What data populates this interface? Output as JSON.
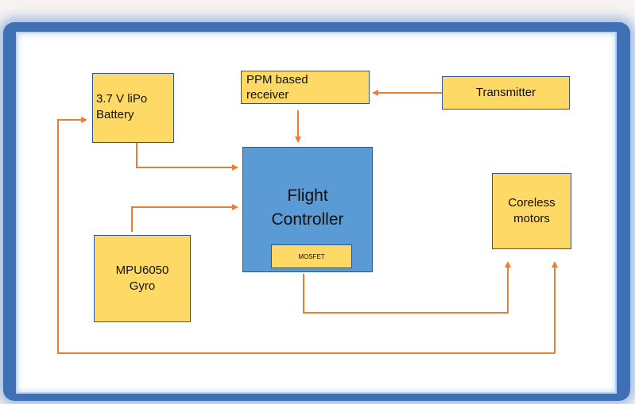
{
  "diagram": {
    "nodes": {
      "battery": {
        "line1": "3.7 V liPo",
        "line2": "Battery"
      },
      "receiver": {
        "line1": "PPM based",
        "line2": "receiver"
      },
      "transmitter": {
        "label": "Transmitter"
      },
      "flight_controller": {
        "line1": "Flight",
        "line2": "Controller"
      },
      "mosfet": {
        "label": "MOSFET"
      },
      "gyro": {
        "line1": "MPU6050",
        "line2": "Gyro"
      },
      "motors": {
        "line1": "Coreless",
        "line2": "motors"
      }
    },
    "edges": [
      {
        "from": "transmitter",
        "to": "receiver"
      },
      {
        "from": "receiver",
        "to": "flight_controller"
      },
      {
        "from": "battery",
        "to": "flight_controller"
      },
      {
        "from": "gyro",
        "to": "flight_controller"
      },
      {
        "from": "mosfet",
        "to": "motors"
      },
      {
        "from": "bus",
        "to": "battery"
      },
      {
        "from": "bus",
        "to": "motors"
      }
    ],
    "colors": {
      "node_fill": "#ffd966",
      "controller_fill": "#5b9bd5",
      "node_border": "#2e5597",
      "wire": "#ed7d31",
      "frame": "#3f6fb5"
    }
  }
}
